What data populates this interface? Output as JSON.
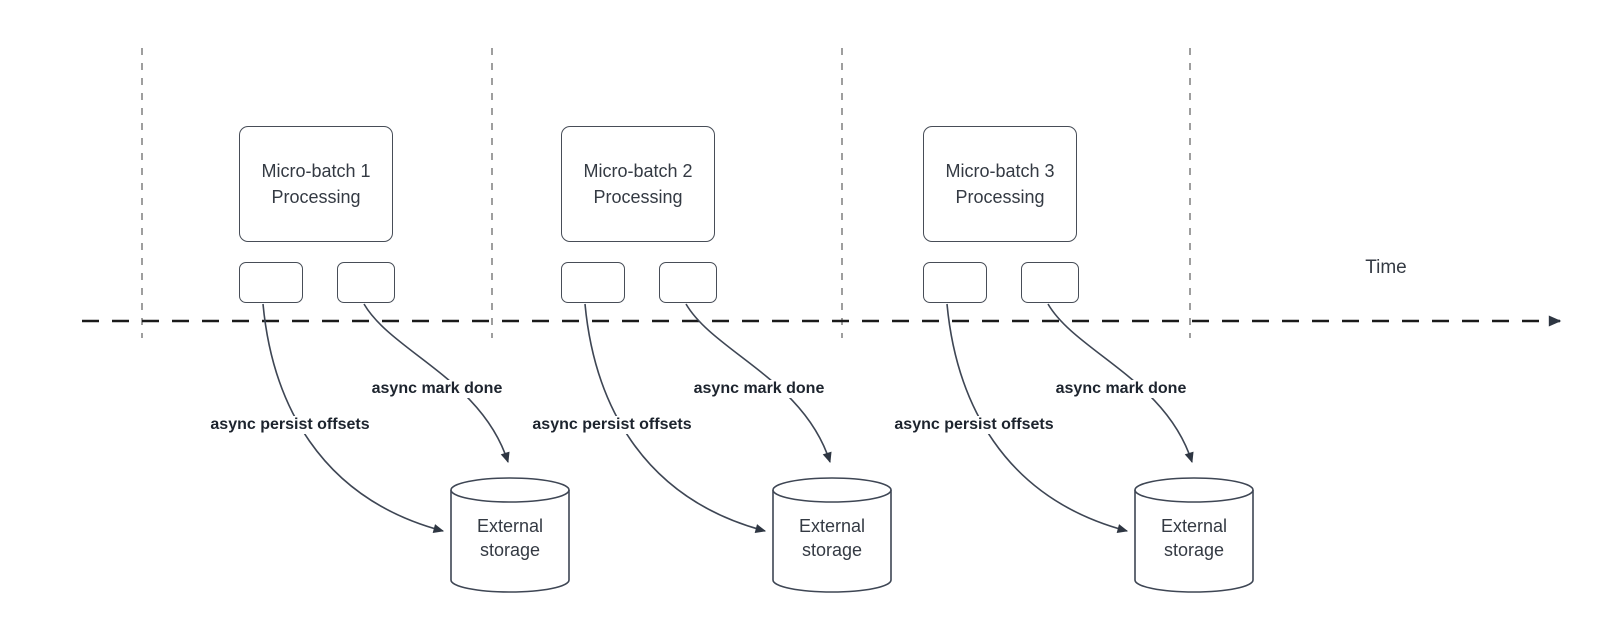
{
  "diagram": {
    "time_axis_label": "Time",
    "sections": [
      {
        "id": 1,
        "processing_label": "Micro-batch 1 Processing",
        "persist_arrow_label": "async persist offsets",
        "mark_done_arrow_label": "async mark done",
        "storage_label": "External storage"
      },
      {
        "id": 2,
        "processing_label": "Micro-batch 2 Processing",
        "persist_arrow_label": "async persist offsets",
        "mark_done_arrow_label": "async mark done",
        "storage_label": "External storage"
      },
      {
        "id": 3,
        "processing_label": "Micro-batch 3 Processing",
        "persist_arrow_label": "async persist offsets",
        "mark_done_arrow_label": "async mark done",
        "storage_label": "External storage"
      }
    ],
    "colors": {
      "background": "#ffffff",
      "timeline_line": "#1a1a1a",
      "boundary_dashed_line": "#9e9e9e",
      "arrow_stroke": "#3e4654",
      "arrowhead_fill": "#2e3642",
      "box_border": "#474d57",
      "box_text": "#343a43",
      "arrow_label_text": "#1d242e"
    }
  }
}
